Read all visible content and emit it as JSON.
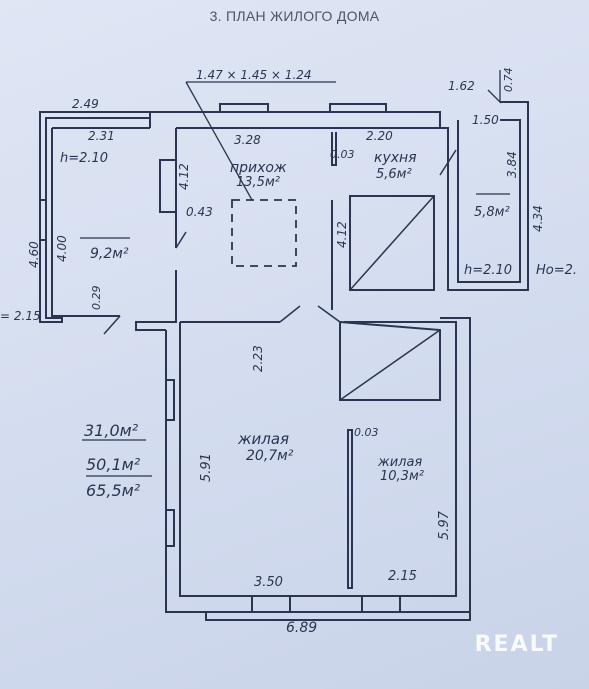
{
  "title": "3. ПЛАН ЖИЛОГО ДОМА",
  "window_note": "1.47 × 1.45 × 1.24",
  "dims": {
    "d249": "2.49",
    "d231": "2.31",
    "h210a": "h=2.10",
    "d328": "3.28",
    "d220": "2.20",
    "d162": "1.62",
    "d074": "0.74",
    "d150": "1.50",
    "d412a": "4.12",
    "d003a": "0.03",
    "d384": "3.84",
    "d434": "4.34",
    "d043": "0.43",
    "d412b": "4.12",
    "d460": "4.60",
    "d400": "4.00",
    "d029": "0.29",
    "d215a": "2.15",
    "d223": "2.23",
    "d591": "5.91",
    "d003b": "0.03",
    "d597": "5.97",
    "d350": "3.50",
    "d215b": "2.15",
    "d689": "6.89",
    "h210b": "h=2.10",
    "hmark": "Hо=2.",
    "eq215": "= 2.15"
  },
  "rooms": {
    "hall_name": "прихож",
    "hall_area": "13,5м²",
    "kitchen_name": "кухня",
    "kitchen_area": "5,6м²",
    "room_left_area": "9,2м²",
    "room_right_area": "5,8м²",
    "living1_name": "жилая",
    "living1_area": "20,7м²",
    "living2_name": "жилая",
    "living2_area": "10,3м²"
  },
  "totals": {
    "t1": "31,0м²",
    "t2": "50,1м²",
    "t3": "65,5м²"
  },
  "watermark": "REALT"
}
